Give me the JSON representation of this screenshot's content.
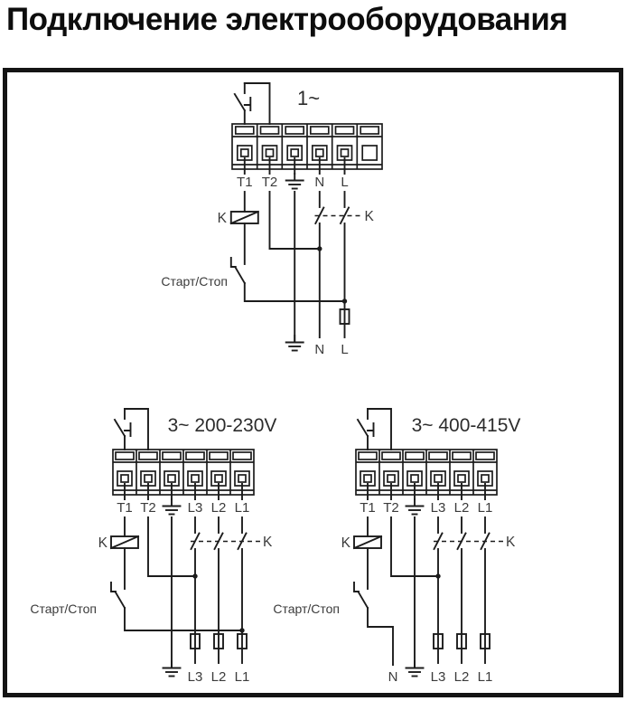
{
  "page": {
    "title": "Подключение электрооборудования"
  },
  "colors": {
    "line": "#1c1c1c",
    "label": "#3b3b3b",
    "frame_border": "#141414",
    "background": "#ffffff"
  },
  "diagram_single_phase": {
    "title": "1~",
    "terminals": {
      "t1": "T1",
      "t2": "T2",
      "n": "N",
      "l": "L"
    },
    "coil_label": "K",
    "contactor_label": "K",
    "switch_label": "Старт/Стоп",
    "bottom": {
      "n": "N",
      "l": "L"
    }
  },
  "diagram_3ph_low": {
    "title": "3~ 200-230V",
    "terminals": {
      "t1": "T1",
      "t2": "T2",
      "l3": "L3",
      "l2": "L2",
      "l1": "L1"
    },
    "coil_label": "K",
    "contactor_label": "K",
    "switch_label": "Старт/Стоп",
    "bottom": {
      "l3": "L3",
      "l2": "L2",
      "l1": "L1"
    }
  },
  "diagram_3ph_high": {
    "title": "3~ 400-415V",
    "terminals": {
      "t1": "T1",
      "t2": "T2",
      "l3": "L3",
      "l2": "L2",
      "l1": "L1"
    },
    "coil_label": "K",
    "contactor_label": "K",
    "switch_label": "Старт/Стоп",
    "bottom": {
      "n": "N",
      "l3": "L3",
      "l2": "L2",
      "l1": "L1"
    }
  }
}
